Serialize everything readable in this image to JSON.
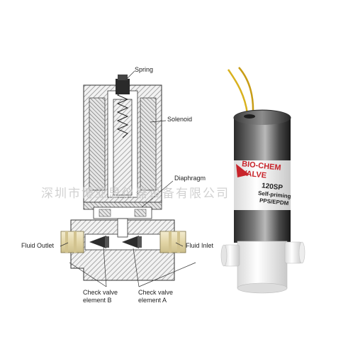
{
  "labels": {
    "spring": "Spring",
    "solenoid": "Solenoid",
    "diaphragm": "Diaphragm",
    "fluid_outlet": "Fluid Outlet",
    "fluid_inlet": "Fluid Inlet",
    "check_b_line1": "Check valve",
    "check_b_line2": "element B",
    "check_a_line1": "Check valve",
    "check_a_line2": "element A"
  },
  "product": {
    "brand_line1": "BIO-CHEM",
    "brand_line2": "VALVE",
    "model": "120SP",
    "desc_line1": "Self-priming",
    "desc_line2": "PPS/EPDM"
  },
  "watermark": "深圳市博亚思仪器设备有限公司",
  "colors": {
    "brand_red": "#c8242b",
    "hatch": "#8a8a8a",
    "port_yellow": "#e8dcb0",
    "wire_yellow": "#d9b21f"
  }
}
